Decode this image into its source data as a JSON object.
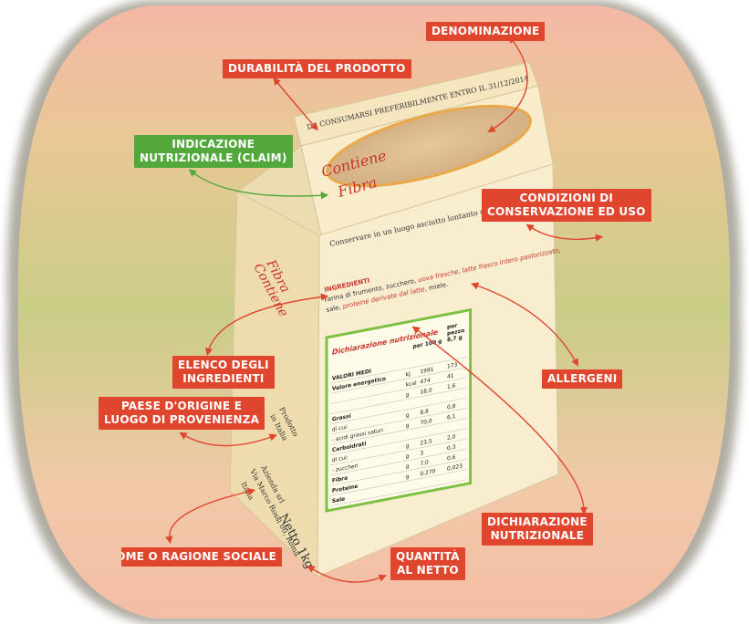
{
  "labels": {
    "denominazione": "DENOMINAZIONE",
    "durabilita": "DURABILITÀ DEL PRODOTTO",
    "claim_line1": "INDICAZIONE",
    "claim_line2": "NUTRIZIONALE (CLAIM)",
    "conservazione_line1": "CONDIZIONI DI",
    "conservazione_line2": "CONSERVAZIONE ED USO",
    "ingredienti_line1": "ELENCO DEGLI",
    "ingredienti_line2": "INGREDIENTI",
    "allergeni": "ALLERGENI",
    "origine_line1": "PAESE D'ORIGINE E",
    "origine_line2": "LUOGO DI PROVENIENZA",
    "dichiarazione_line1": "DICHIARAZIONE",
    "dichiarazione_line2": "NUTRIZIONALE",
    "ragione_sociale": "NOME O RAGIONE SOCIALE",
    "quantita_line1": "QUANTITÀ",
    "quantita_line2": "AL NETTO"
  },
  "package": {
    "best_before": "DA CONSUMARSI PREFERIBILMENTE ENTRO IL 31/12/2014",
    "claim_top_line1": "Contiene",
    "claim_top_line2": "Fibra",
    "claim_side_line1": "Contiene",
    "claim_side_line2": "Fibra",
    "storage": "Conservare in un luogo asciutto lontanto da fonti di calore",
    "ingredients_title": "INGREDIENTI",
    "ingredients_line1_a": "Farina di frumento, zucchero, ",
    "ingredients_line1_b": "uova fresche",
    "ingredients_line1_c": ", ",
    "ingredients_line1_d": "latte fresco intero pastorizzato",
    "ingredients_line1_e": ",",
    "ingredients_line2_a": "sale, ",
    "ingredients_line2_b": "proteine derivate dal latte",
    "ingredients_line2_c": ", miele.",
    "origin_line1": "Prodotto",
    "origin_line2": "in Italia",
    "company_line1": "Azienda srl",
    "company_line2": "Via Marco Rossi 00, Roma",
    "company_line3": "Italia",
    "net": "Netto 1kg"
  },
  "nutrition": {
    "title": "Dichiarazione nutrizionale",
    "col_100g": "per 100 g",
    "col_piece_line1": "per",
    "col_piece_line2": "pezzo",
    "col_piece_line3": "8,7 g",
    "rows": [
      {
        "name": "VALORI MEDI",
        "unit": "",
        "v100": "",
        "vpiece": ""
      },
      {
        "name": "Valore energetico",
        "unit": "kJ",
        "v100": "1991",
        "vpiece": "173"
      },
      {
        "name": "",
        "unit": "kcal",
        "v100": "474",
        "vpiece": "41"
      },
      {
        "name": "",
        "unit": "g",
        "v100": "18,0",
        "vpiece": "1,6"
      },
      {
        "name": "Grassi",
        "unit": "",
        "v100": "",
        "vpiece": ""
      },
      {
        "name": "di cui:",
        "unit": "g",
        "v100": "8,8",
        "vpiece": "0,8"
      },
      {
        "name": "- acidi grassi saturi",
        "unit": "g",
        "v100": "70,0",
        "vpiece": "6,1"
      },
      {
        "name": "Carboidrati",
        "unit": "",
        "v100": "",
        "vpiece": ""
      },
      {
        "name": "di cui:",
        "unit": "g",
        "v100": "23,5",
        "vpiece": "2,0"
      },
      {
        "name": "- zuccheri",
        "unit": "g",
        "v100": "3",
        "vpiece": "0,3"
      },
      {
        "name": "Fibra",
        "unit": "g",
        "v100": "7,0",
        "vpiece": "0,6"
      },
      {
        "name": "Proteine",
        "unit": "g",
        "v100": "0,270",
        "vpiece": "0,023"
      },
      {
        "name": "Sale",
        "unit": "",
        "v100": "",
        "vpiece": ""
      }
    ]
  },
  "colors": {
    "label_red": "#e0452e",
    "label_green": "#52a83a",
    "package_cream": "#f7ebc8",
    "oval_tan": "#d9b98a"
  }
}
